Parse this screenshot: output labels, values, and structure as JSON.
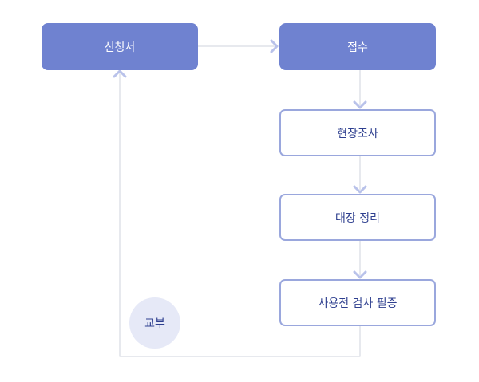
{
  "nodes": {
    "application": "신청서",
    "reception": "접수",
    "site_survey": "현장조사",
    "ledger": "대장 정리",
    "inspection": "사용전 검사 필증",
    "issuance": "교부"
  },
  "colors": {
    "filled_node": "#6f82d0",
    "outline_border": "#9aa7dd",
    "outline_text": "#2e3f8f",
    "circle_bg": "#e6e9f7",
    "line": "#cfd3dd",
    "arrow": "#b9c2ea"
  }
}
